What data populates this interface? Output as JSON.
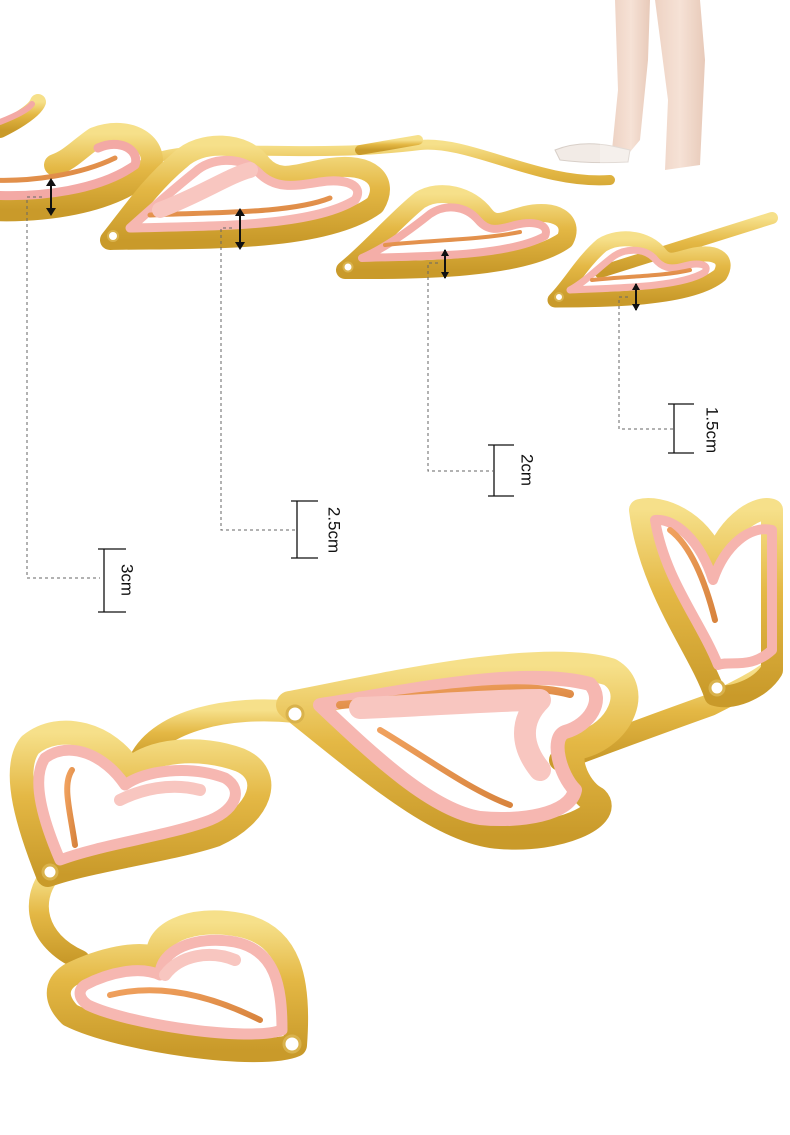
{
  "dimensions": [
    {
      "label": "3cm"
    },
    {
      "label": "2.5cm"
    },
    {
      "label": "2cm"
    },
    {
      "label": "1.5cm"
    }
  ],
  "colors": {
    "gold": "#e2b63c",
    "gold_light": "#f4dc7a",
    "gold_dark": "#b98a1c",
    "pink": "#f3a9a5",
    "pink_light": "#f8c4be",
    "rose_gold": "#e7965c",
    "line": "#555555"
  },
  "icons": [
    "double-arrow-icon",
    "heart-garland-icon"
  ]
}
